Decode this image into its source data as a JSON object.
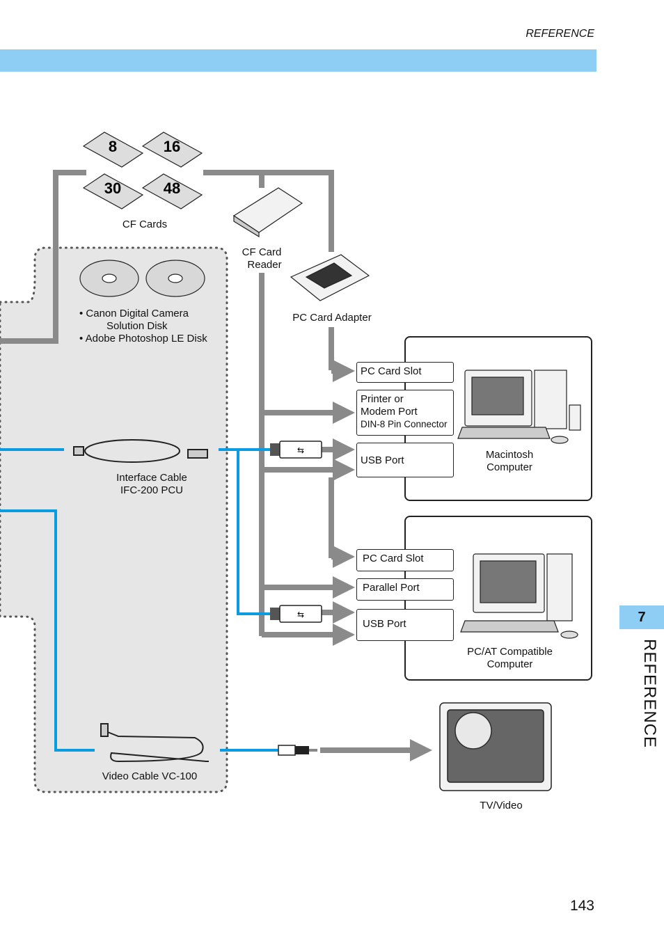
{
  "header": {
    "section": "REFERENCE"
  },
  "items": {
    "cf_cards": "CF Cards",
    "cf_reader_line1": "CF Card",
    "cf_reader_line2": "Reader",
    "pc_card_adapter": "PC Card Adapter",
    "disk_line1": "• Canon Digital Camera",
    "disk_line2": "Solution Disk",
    "disk_line3": "• Adobe Photoshop LE Disk",
    "interface_cable_line1": "Interface Cable",
    "interface_cable_line2": "IFC-200 PCU",
    "video_cable": "Video Cable VC-100",
    "tv_video": "TV/Video",
    "card_labels": [
      "8",
      "16",
      "30",
      "48"
    ]
  },
  "macintosh": {
    "name_line1": "Macintosh",
    "name_line2": "Computer",
    "pc_card_slot": "PC Card Slot",
    "printer_port_line1": "Printer or",
    "printer_port_line2": "Modem Port",
    "printer_port_sub": "DIN-8 Pin Connector",
    "usb_port": "USB Port"
  },
  "pcat": {
    "name_line1": "PC/AT Compatible",
    "name_line2": "Computer",
    "pc_card_slot": "PC Card Slot",
    "parallel_port": "Parallel Port",
    "usb_port": "USB Port"
  },
  "side_tab": {
    "number": "7",
    "label": "REFERENCE"
  },
  "page_number": "143",
  "colors": {
    "accent": "#8ecdf4",
    "cable_blue": "#0a9be0",
    "connector_gray": "#8a8a8a",
    "panel_gray": "#e6e6e6"
  }
}
